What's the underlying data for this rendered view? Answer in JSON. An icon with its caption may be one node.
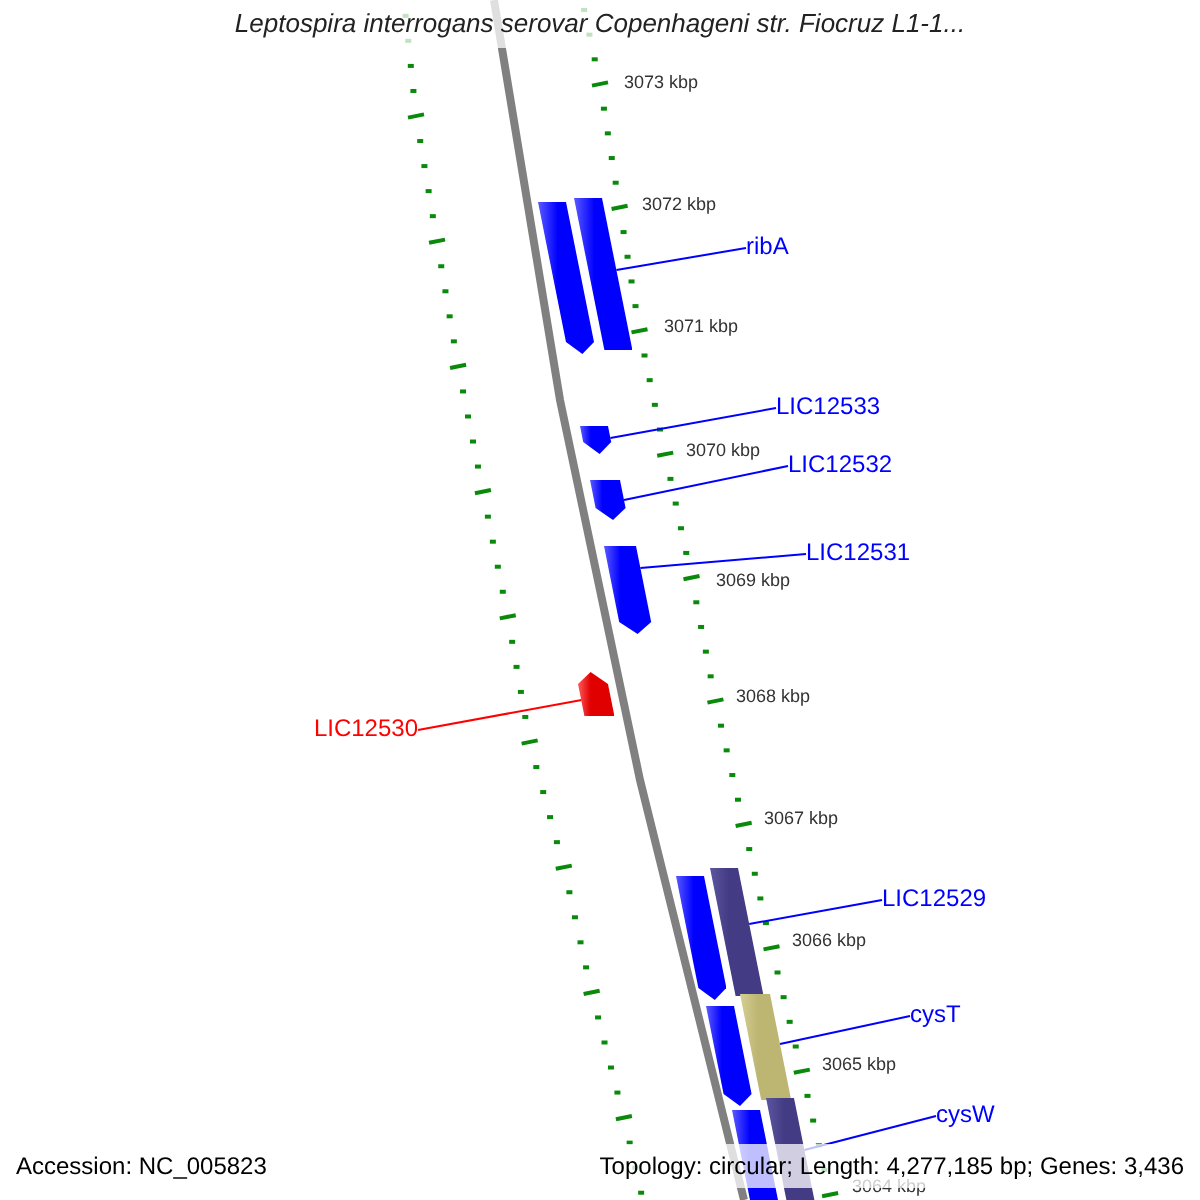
{
  "diagram": {
    "title": "Leptospira interrogans serovar Copenhageni str. Fiocruz L1-1...",
    "nodes": [
      {
        "text": [],
        "shape": "bar"
      },
      {
        "text": [],
        "shape": "bar"
      },
      {
        "text": [],
        "shape": "bar"
      },
      {
        "text": [],
        "shape": "bar"
      },
      {
        "text": [],
        "shape": "bar"
      },
      {
        "text": [],
        "shape": "bar"
      },
      {
        "text": [],
        "shape": "bar"
      },
      {
        "text": [],
        "shape": "bar"
      },
      {
        "text": [],
        "shape": "bar"
      },
      {
        "text": [],
        "shape": "bar"
      },
      {
        "text": [],
        "shape": "bar"
      },
      {
        "text": [],
        "shape": "bar"
      },
      {
        "text": [
          "ribA"
        ]
      },
      {
        "text": [
          "LIC12533"
        ]
      },
      {
        "text": [
          "LIC12532"
        ]
      },
      {
        "text": [
          "LIC12531"
        ]
      },
      {
        "text": [
          "LIC12530"
        ]
      },
      {
        "text": [
          "LIC12529"
        ]
      },
      {
        "text": [
          "cysT"
        ]
      },
      {
        "text": [
          "cysW"
        ]
      }
    ],
    "edges": [
      {
        "from": 12,
        "to": 1,
        "arrow": "none"
      },
      {
        "from": 13,
        "to": 2,
        "arrow": "none"
      },
      {
        "from": 14,
        "to": 3,
        "arrow": "none"
      },
      {
        "from": 15,
        "to": 4,
        "arrow": "none"
      },
      {
        "from": 16,
        "to": 5,
        "arrow": "none",
        "color": "#ff0000"
      },
      {
        "from": 17,
        "to": 7,
        "arrow": "none"
      },
      {
        "from": 18,
        "to": 9,
        "arrow": "none"
      },
      {
        "from": 19,
        "to": 11,
        "arrow": "none"
      }
    ],
    "labels": [
      "3073 kbp",
      "3072 kbp",
      "3071 kbp",
      "3070 kbp",
      "3069 kbp",
      "3068 kbp",
      "3067 kbp",
      "3066 kbp",
      "3065 kbp",
      "3064 kbp",
      "Accession: NC_005823",
      "Topology: circular; Length: 4,277,185 bp; Genes: 3,436"
    ]
  }
}
